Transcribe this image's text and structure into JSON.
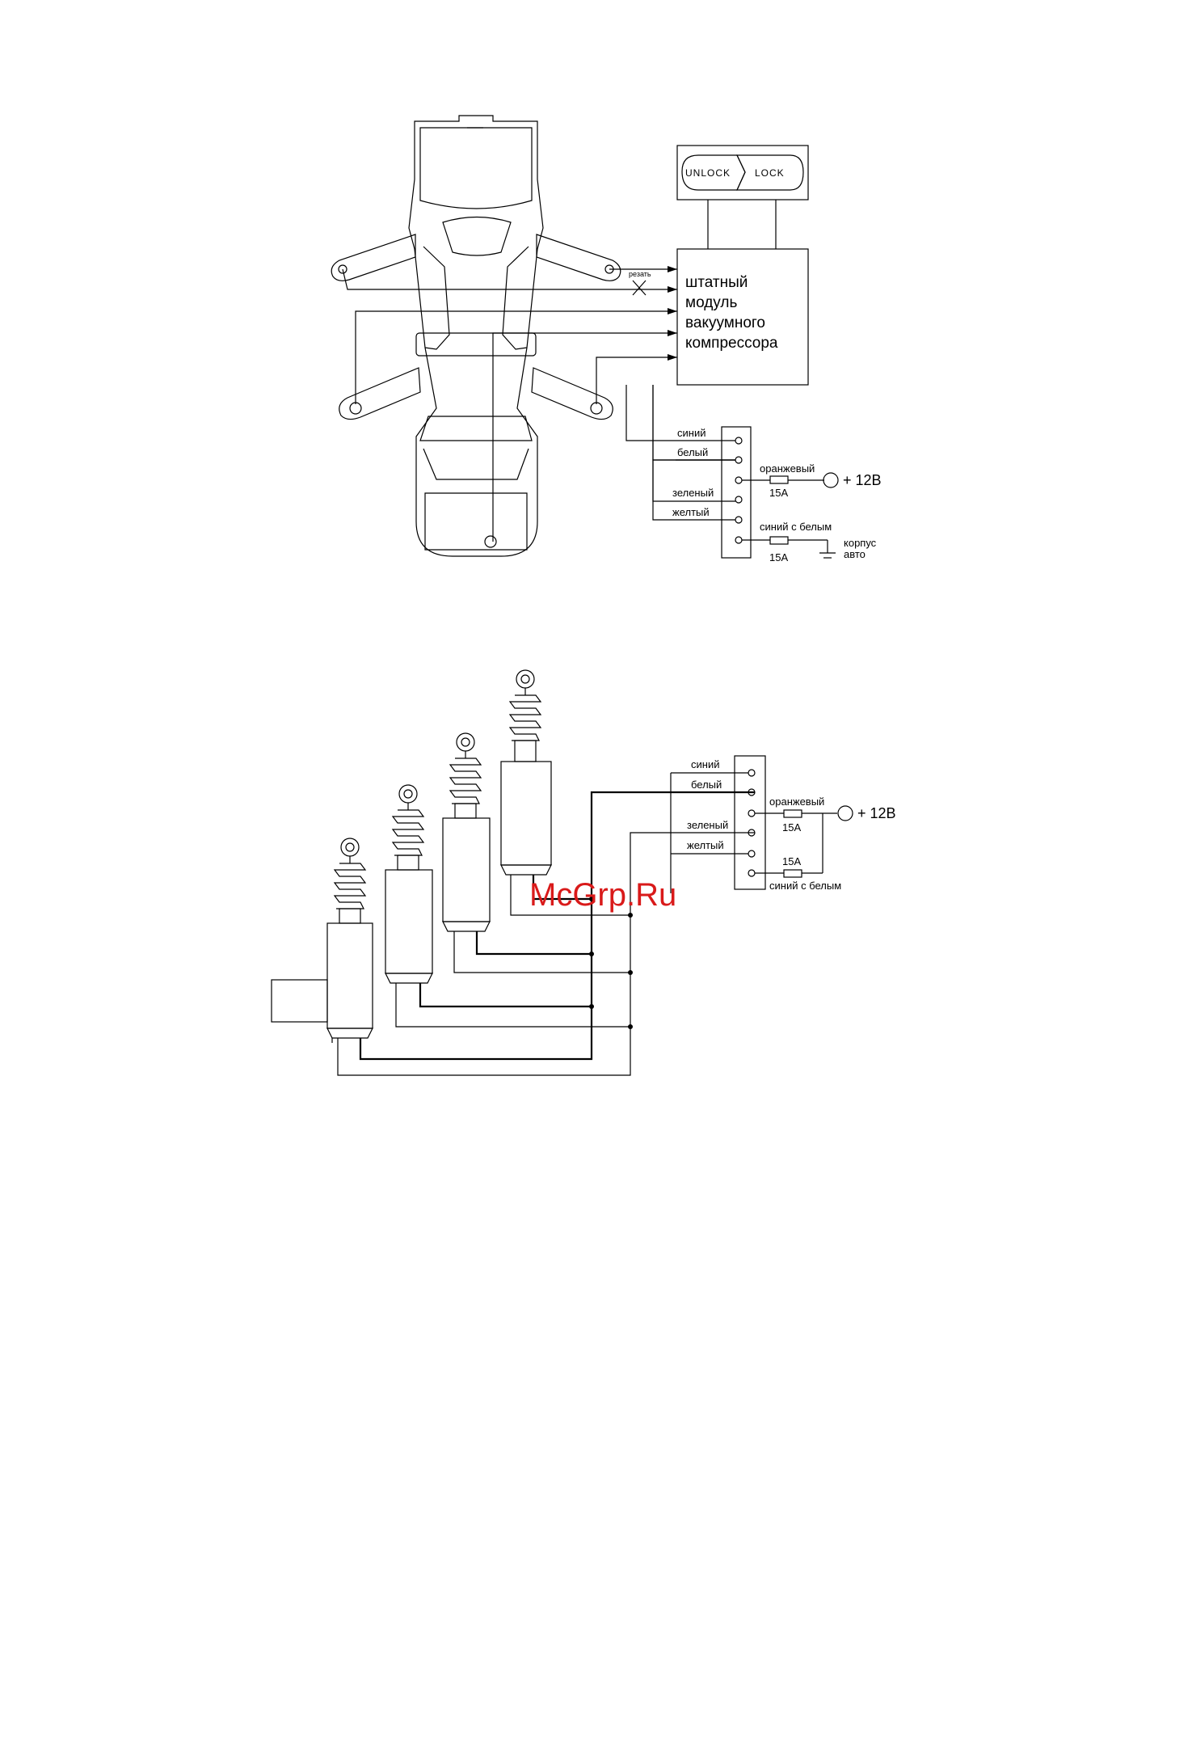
{
  "diagram1": {
    "module_lines": [
      "штатный",
      "модуль",
      "вакуумного",
      "компрессора"
    ],
    "unlock_label": "UNLOCK",
    "lock_label": "LOCK",
    "cut_label": "резать",
    "wires": [
      "синий",
      "белый",
      "оранжевый",
      "зеленый",
      "желтый",
      "синий с белым"
    ],
    "fuse1": "15A",
    "fuse2": "15A",
    "power": "+ 12В",
    "ground_line1": "корпус",
    "ground_line2": "авто"
  },
  "diagram2": {
    "wires": [
      "синий",
      "белый",
      "оранжевый",
      "зеленый",
      "желтый",
      "синий с белым"
    ],
    "fuse1": "15A",
    "fuse2": "15A",
    "power": "+ 12В"
  },
  "watermark": "McGrp.Ru",
  "colors": {
    "line": "#000000",
    "watermark": "#d91a1a",
    "background": "#ffffff"
  }
}
